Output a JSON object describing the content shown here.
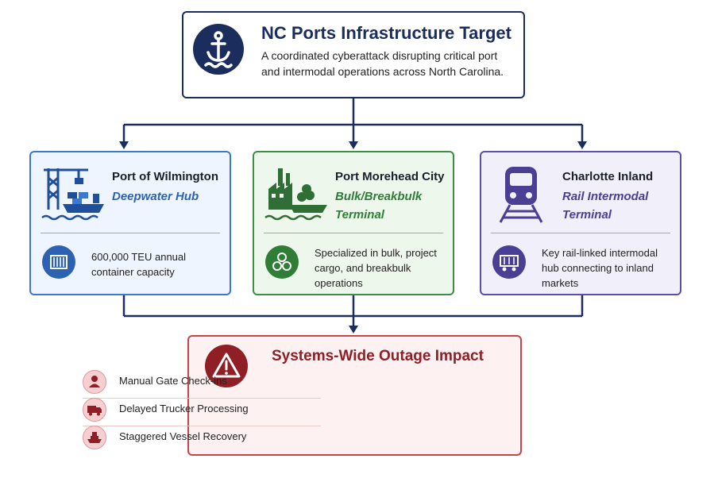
{
  "target": {
    "title": "NC Ports Infrastructure Target",
    "description": "A coordinated cyberattack disrupting critical port and intermodal operations across North Carolina.",
    "icon": "anchor-icon"
  },
  "ports": [
    {
      "name": "Port of Wilmington",
      "role": "Deepwater Hub",
      "fact": "600,000 TEU annual container capacity",
      "illustration": "container-crane-ship-icon",
      "badge_icon": "shipping-container-icon",
      "color": "#3b78cf"
    },
    {
      "name": "Port Morehead City",
      "role": "Bulk/Breakbulk Terminal",
      "fact": "Specialized in bulk, project cargo, and breakbulk operations",
      "illustration": "industrial-barge-icon",
      "badge_icon": "bulk-materials-icon",
      "color": "#3c8f44"
    },
    {
      "name": "Charlotte Inland",
      "role": "Rail Intermodal Terminal",
      "fact": "Key rail-linked intermodal hub connecting to inland markets",
      "illustration": "train-icon",
      "badge_icon": "rail-freight-car-icon",
      "color": "#5b4fa8"
    }
  ],
  "impact": {
    "title": "Systems-Wide Outage Impact",
    "icon": "warning-icon",
    "color": "#8f1f25",
    "items": [
      {
        "label": "Manual Gate Check-ins",
        "icon": "person-icon"
      },
      {
        "label": "Delayed Trucker Processing",
        "icon": "truck-icon"
      },
      {
        "label": "Staggered Vessel Recovery",
        "icon": "ship-icon"
      }
    ]
  }
}
